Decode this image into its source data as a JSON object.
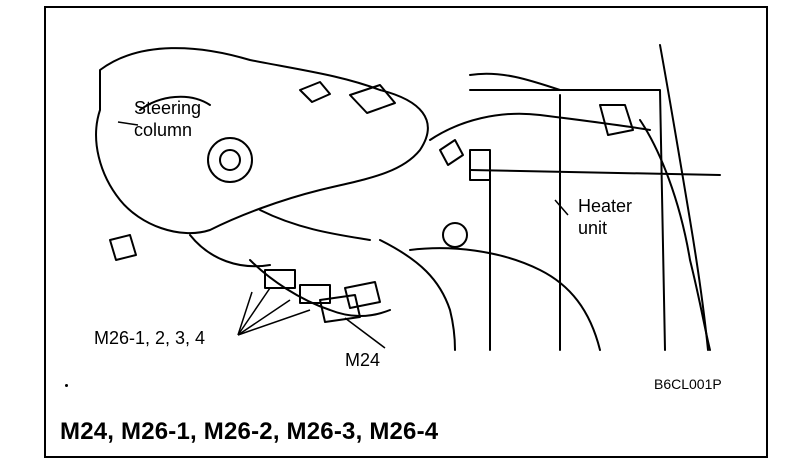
{
  "labels": {
    "steering_line1": "Steering",
    "steering_line2": "column",
    "heater_line1": "Heater",
    "heater_line2": "unit",
    "m26": "M26-1, 2, 3, 4",
    "m24": "M24"
  },
  "figure_code": "B6CL001P",
  "caption": "M24, M26-1, M26-2, M26-3, M26-4"
}
